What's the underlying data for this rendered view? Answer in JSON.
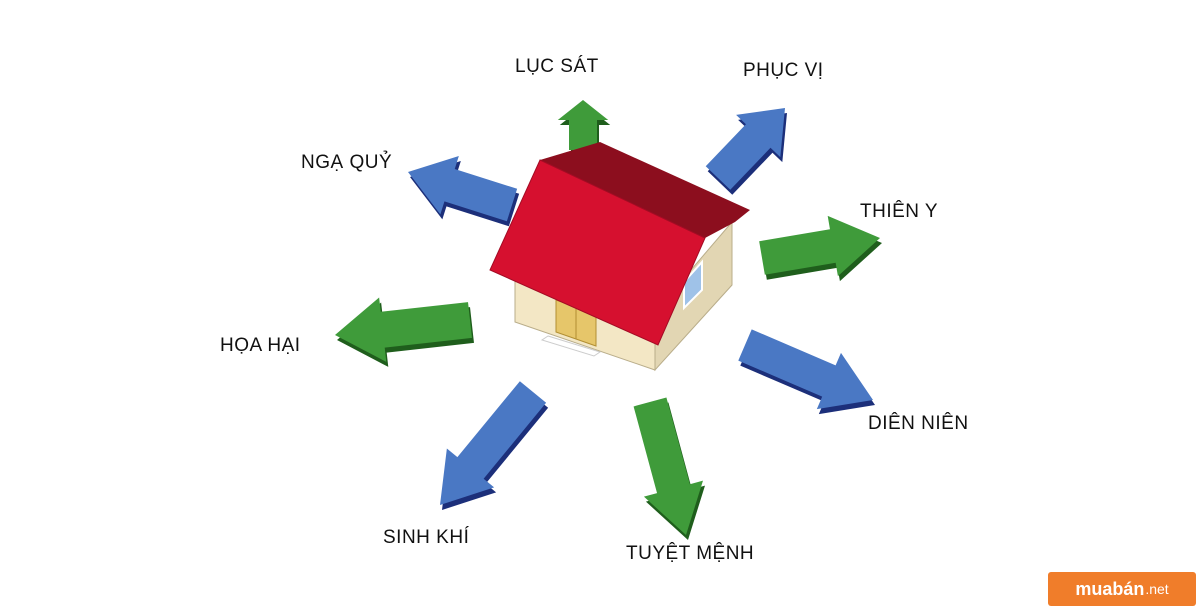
{
  "directions": [
    {
      "id": "luc-sat",
      "label": "LỤC SÁT",
      "arrow_color": "green"
    },
    {
      "id": "phuc-vi",
      "label": "PHỤC VỊ",
      "arrow_color": "blue"
    },
    {
      "id": "thien-y",
      "label": "THIÊN Y",
      "arrow_color": "green"
    },
    {
      "id": "dien-nien",
      "label": "DIÊN NIÊN",
      "arrow_color": "blue"
    },
    {
      "id": "tuyet-menh",
      "label": "TUYỆT MỆNH",
      "arrow_color": "green"
    },
    {
      "id": "sinh-khi",
      "label": "SINH KHÍ",
      "arrow_color": "blue"
    },
    {
      "id": "hoa-hai",
      "label": "HỌA HẠI",
      "arrow_color": "green"
    },
    {
      "id": "nga-quy",
      "label": "NGẠ QUỶ",
      "arrow_color": "blue"
    }
  ],
  "colors": {
    "green": "#3f9b3a",
    "green_side": "#1f5e1c",
    "blue": "#4a78c4",
    "blue_side": "#1c2f7a",
    "roof": "#d6102f",
    "roof_dark": "#8c0e1e",
    "wall": "#f3e7c5",
    "wall_dark": "#cfc3a0",
    "door": "#e6c66a"
  },
  "watermark": {
    "brand": "muabán",
    "suffix": ".net"
  }
}
